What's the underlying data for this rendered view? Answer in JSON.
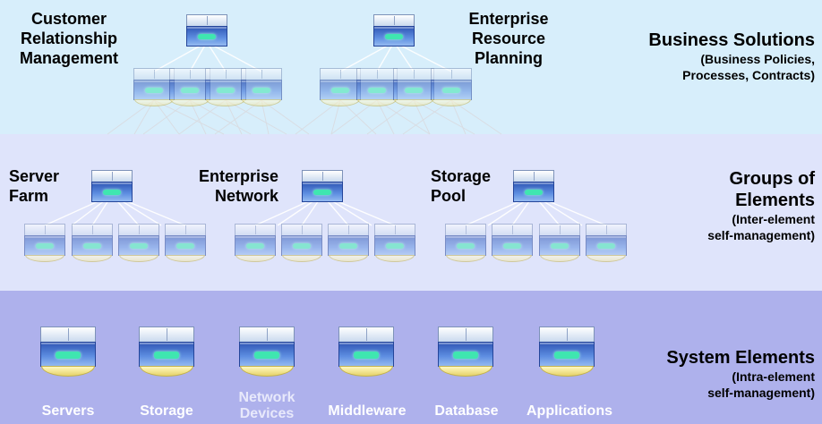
{
  "colors": {
    "band_business": "#d7eefb",
    "band_groups": "#dfe4fb",
    "band_system": "#aeb1ec",
    "element_label": "#ffffff"
  },
  "layers": {
    "business": {
      "title": "Business Solutions",
      "subtitle": "(Business Policies,\nProcesses, Contracts)",
      "groups": [
        {
          "label": "Customer\nRelationship\nManagement",
          "icon": "server-rack-icon"
        },
        {
          "label": "Enterprise\nResource\nPlanning",
          "icon": "server-rack-icon"
        }
      ]
    },
    "groups": {
      "title_line1": "Groups of",
      "title_line2": "Elements",
      "subtitle": "(Inter-element\nself-management)",
      "groups": [
        {
          "label": "Server\nFarm",
          "icon": "server-rack-icon"
        },
        {
          "label": "Enterprise\nNetwork",
          "icon": "server-rack-icon"
        },
        {
          "label": "Storage\nPool",
          "icon": "server-rack-icon"
        }
      ]
    },
    "system": {
      "title": "System Elements",
      "subtitle": "(Intra-element\nself-management)",
      "elements": [
        "Servers",
        "Storage",
        "Network\nDevices",
        "Middleware",
        "Database",
        "Applications"
      ]
    }
  }
}
